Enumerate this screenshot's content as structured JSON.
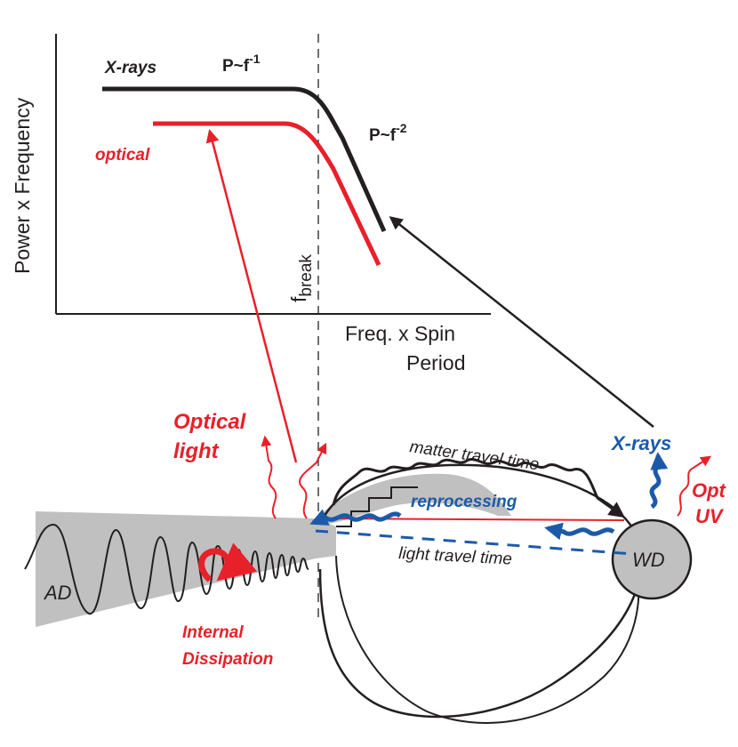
{
  "plot": {
    "y_axis_label": "Power x Frequency",
    "x_axis_label_line1": "Freq. x Spin",
    "x_axis_label_line2": "Period",
    "break_label_main": "f",
    "break_label_sub": "break",
    "xrays_label": "X-rays",
    "optical_label": "optical",
    "law1_base": "P~f",
    "law1_exp": "-1",
    "law2_base": "P~f",
    "law2_exp": "-2"
  },
  "scene": {
    "optical_light_line1": "Optical",
    "optical_light_line2": "light",
    "matter_travel": "matter travel time",
    "reprocessing": "reprocessing",
    "light_travel": "light travel time",
    "xrays": "X-rays",
    "opt_line1": "Opt",
    "opt_line2": "UV",
    "wd": "WD",
    "ad": "AD",
    "internal_line1": "Internal",
    "internal_line2": "Dissipation"
  },
  "colors": {
    "red": "#e8202a",
    "blue": "#1c5aa8",
    "black": "#231f20",
    "gray": "#c0c0c0"
  }
}
